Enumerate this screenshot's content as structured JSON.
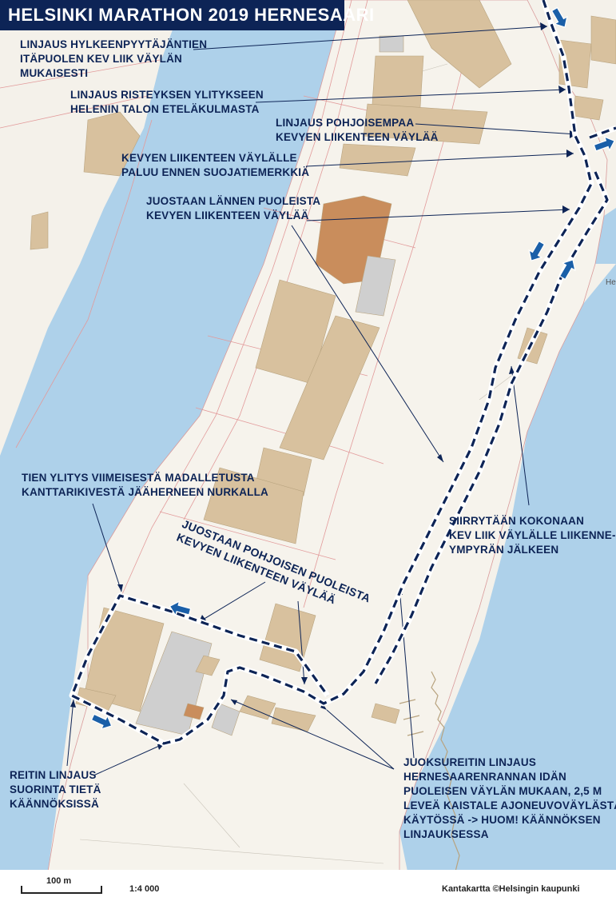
{
  "title": "HELSINKI MARATHON 2019 HERNESAARI",
  "map_label_right": "He",
  "annotations": {
    "a1": [
      "LINJAUS HYLKEENPYYTÄJÄNTIEN",
      "ITÄPUOLEN KEV LIIK VÄYLÄN",
      "MUKAISESTI"
    ],
    "a2": [
      "LINJAUS RISTEYKSEN YLITYKSEEN",
      "HELENIN TALON ETELÄKULMASTA"
    ],
    "a3": [
      "LINJAUS POHJOISEMPAA",
      "KEVYEN LIIKENTEEN VÄYLÄÄ"
    ],
    "a4": [
      "KEVYEN LIIKENTEEN VÄYLÄLLE",
      "PALUU ENNEN SUOJATIEMERKKIÄ"
    ],
    "a5": [
      "JUOSTAAN LÄNNEN PUOLEISTA",
      "KEVYEN LIIKENTEEN VÄYLÄÄ"
    ],
    "a6": [
      "TIEN YLITYS VIIMEISESTÄ MADALLETUSTA",
      "KANTTARIKIVESTÄ JÄÄHERNEEN NURKALLA"
    ],
    "a7": [
      "SIIRRYTÄÄN KOKONAAN",
      "KEV LIIK VÄYLÄLLE LIIKENNE-",
      "YMPYRÄN JÄLKEEN"
    ],
    "a8": [
      "JUOSTAAN POHJOISEN PUOLEISTA",
      "KEVYEN LIIKENTEEN VÄYLÄÄ"
    ],
    "a9": [
      "REITIN LINJAUS",
      "SUORINTA TIETÄ",
      "KÄÄNNÖKSISSÄ"
    ],
    "a10": [
      "JUOKSUREITIN LINJAUS",
      "HERNESAARENRANNAN IDÄN",
      "PUOLEISEN VÄYLÄN MUKAAN, 2,5 M",
      "LEVEÄ KAISTALE AJONEUVOVÄYLÄSTÄ",
      "KÄYTÖSSÄ -> HUOM! KÄÄNNÖKSEN",
      "LINJAUKSESSA"
    ]
  },
  "footer": {
    "scale_bar_label": "100 m",
    "scale_ratio": "1:4 000",
    "credit": "Kantakartta ©Helsingin kaupunki"
  },
  "colors": {
    "title_bg": "#0d2456",
    "route": "#0d2456",
    "water": "#aed1ea",
    "land": "#f4f1ea",
    "building": "#d8c19e",
    "building_highlight": "#c98d5c",
    "building_grey": "#cfcfcf",
    "arrow": "#1a5fa8"
  },
  "icons": [
    "direction-arrow-icon"
  ]
}
